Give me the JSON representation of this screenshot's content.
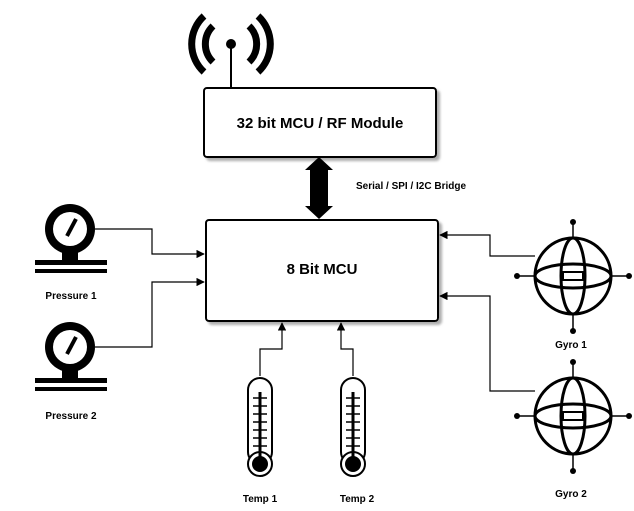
{
  "blocks": {
    "rf_module": "32 bit MCU / RF Module",
    "mcu8": "8 Bit MCU"
  },
  "link_label": "Serial / SPI / I2C Bridge",
  "sensors": {
    "pressure1": "Pressure 1",
    "pressure2": "Pressure 2",
    "temp1": "Temp 1",
    "temp2": "Temp 2",
    "gyro1": "Gyro 1",
    "gyro2": "Gyro 2"
  },
  "icons": {
    "antenna": "antenna-icon",
    "pressure": "pressure-gauge-icon",
    "thermometer": "thermometer-icon",
    "gyro": "gyroscope-icon"
  }
}
